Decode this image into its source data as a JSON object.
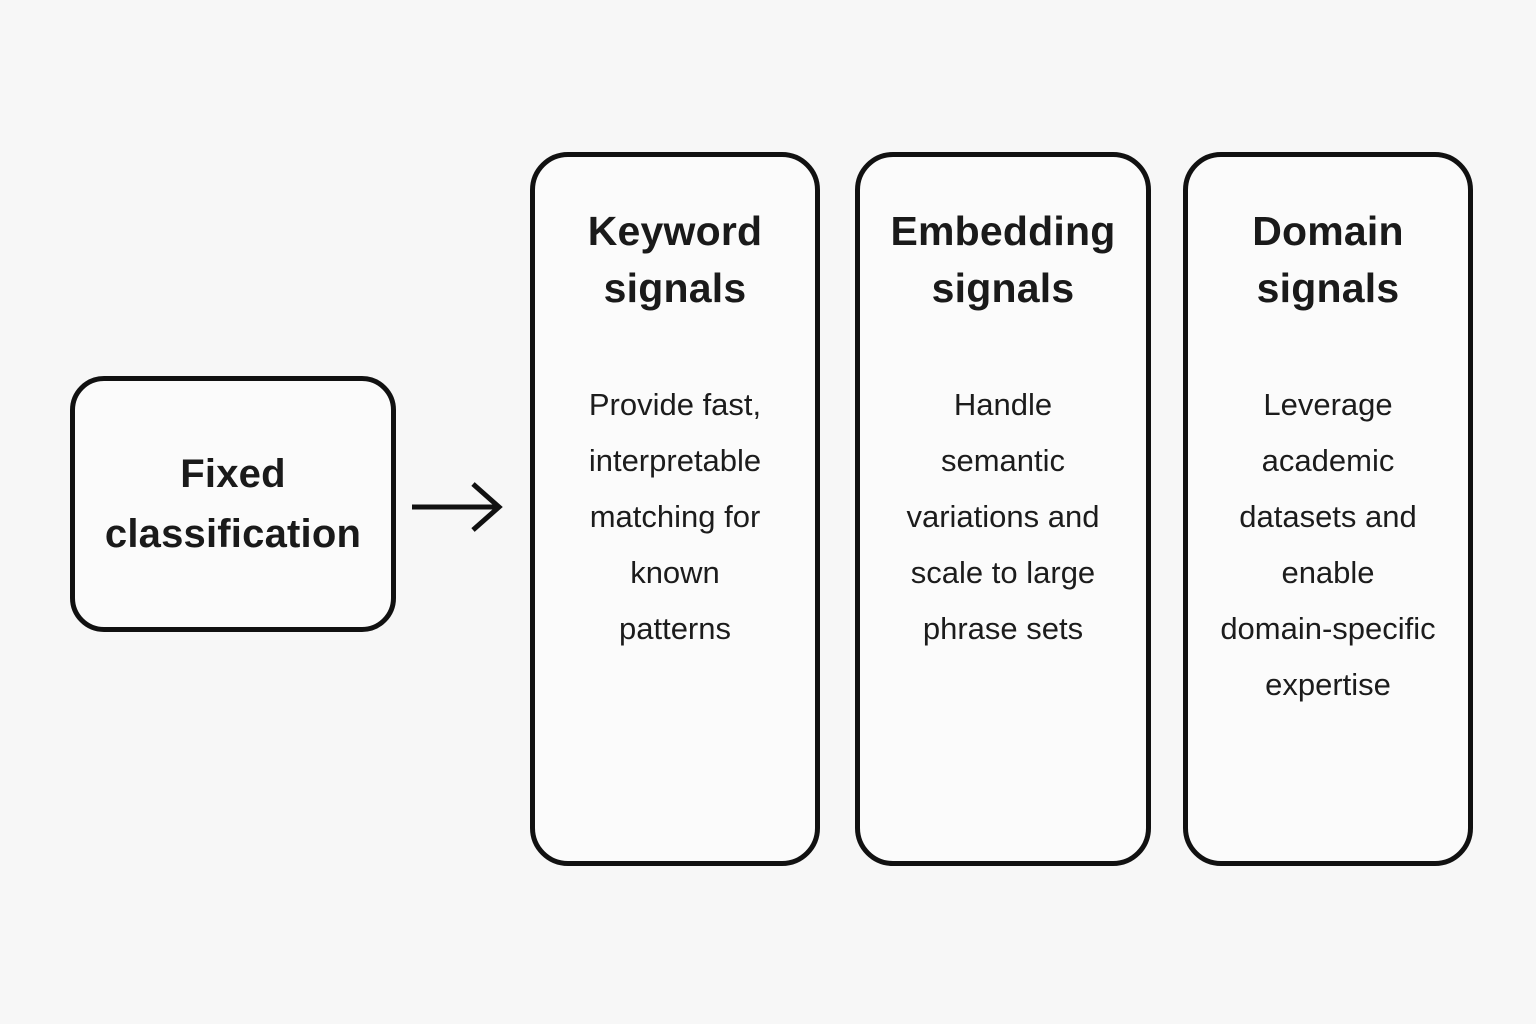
{
  "diagram": {
    "source": {
      "title": "Fixed\nclassification"
    },
    "arrow": {
      "icon": "right-arrow",
      "direction": "right"
    },
    "cards": [
      {
        "title": "Keyword\nsignals",
        "body": "Provide fast,\ninterpretable\nmatching for\nknown\npatterns"
      },
      {
        "title": "Embedding\nsignals",
        "body": "Handle\nsemantic\nvariations and\nscale to large\nphrase sets"
      },
      {
        "title": "Domain\nsignals",
        "body": "Leverage\nacademic\ndatasets and\nenable\ndomain-specific\nexpertise"
      }
    ],
    "colors": {
      "background": "#f7f7f7",
      "card_background": "#fbfbfb",
      "border": "#111111",
      "text": "#1a1a1a"
    }
  }
}
